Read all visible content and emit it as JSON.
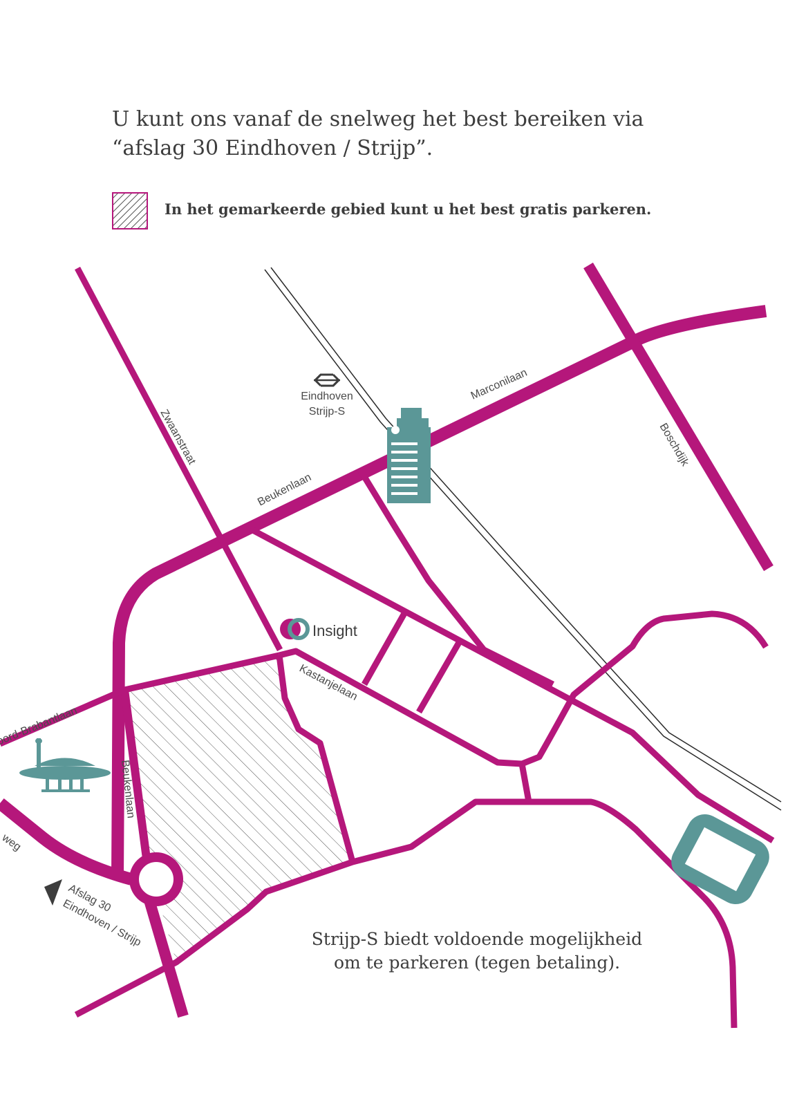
{
  "intro": {
    "line1": "U kunt ons vanaf de snelweg het best bereiken via",
    "line2": "“afslag 30 Eindhoven / Strijp”."
  },
  "legend": {
    "text": "In het gemarkeerde gebied kunt u het best gratis parkeren."
  },
  "streets": {
    "zwaanstraat": "Zwaanstraat",
    "beukenlaan_top": "Beukenlaan",
    "marconilaan": "Marconilaan",
    "boschdijk": "Boschdijk",
    "kastanjelaan": "Kastanjelaan",
    "noord_brabantlaan": "oord-Brabantlaan",
    "beukenlaan_side": "Beukenlaan",
    "weg": "weg"
  },
  "station": {
    "line1": "Eindhoven",
    "line2": "Strijp-S"
  },
  "insight": {
    "label": "Insight"
  },
  "exit": {
    "line1": "Afslag 30",
    "line2": "Eindhoven / Strijp"
  },
  "strijp_note": {
    "line1": "Strijp-S  biedt voldoende mogelijkheid",
    "line2": "om te parkeren (tegen betaling)."
  },
  "colors": {
    "road": "#b5177b",
    "teal": "#5b9797",
    "text": "#3d3d3d"
  }
}
